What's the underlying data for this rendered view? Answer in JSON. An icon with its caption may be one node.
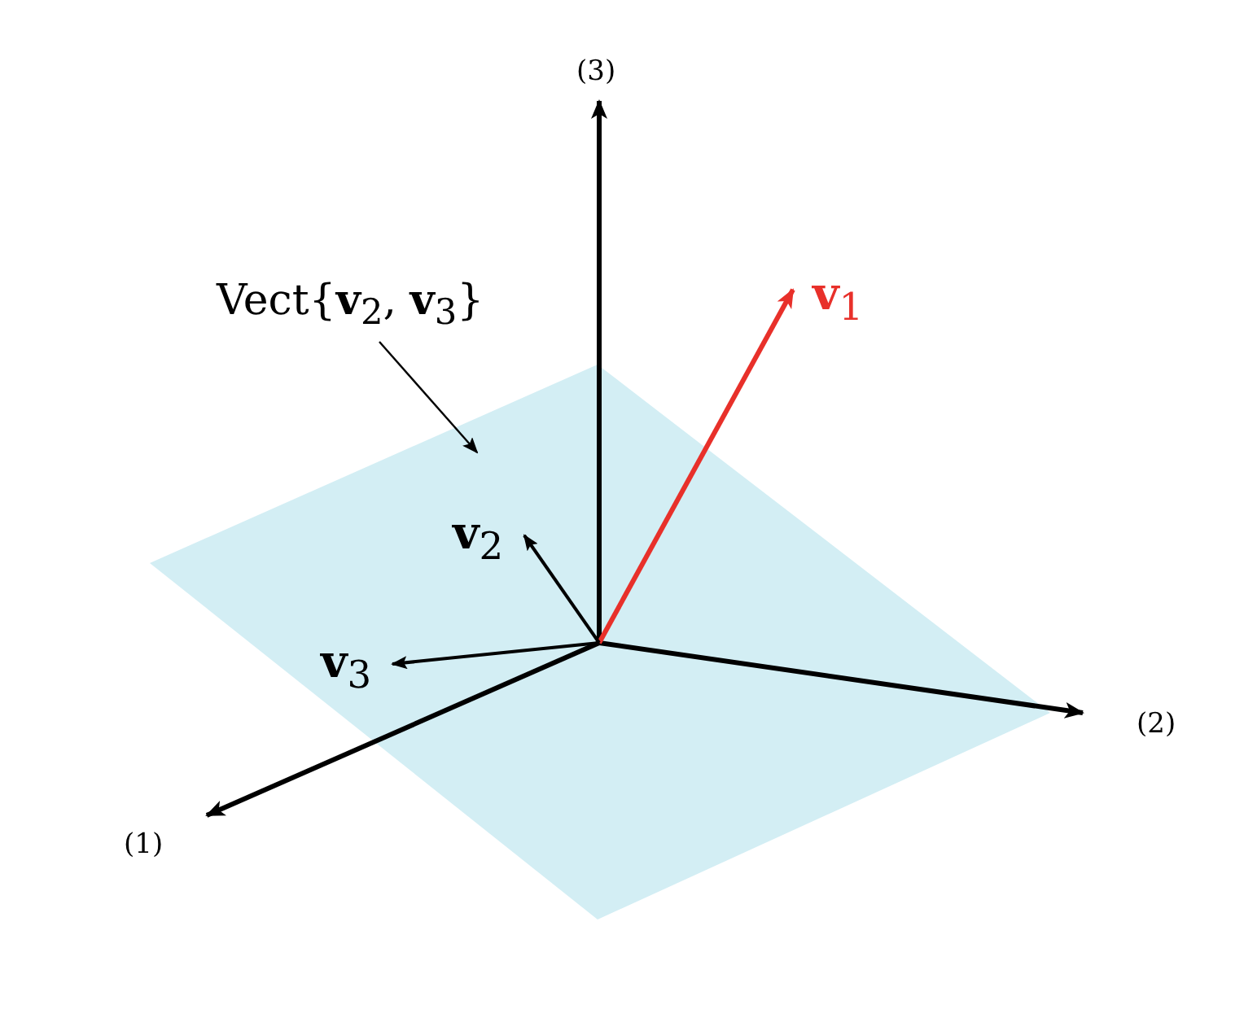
{
  "diagram": {
    "nodes": [
      {
        "text": [
          "Vect{**v**$_{2}$, **v**$_{3}$}"
        ]
      },
      {
        "text": [],
        "shape": "parallelogram"
      }
    ],
    "edges": [
      {
        "from": 0,
        "to": 1,
        "arrow": "to"
      }
    ],
    "labels": [
      "(3)",
      "**v**$_{1}$",
      "**v**$_{2}$",
      "**v**$_{3}$",
      "(2)",
      "(1)"
    ]
  }
}
